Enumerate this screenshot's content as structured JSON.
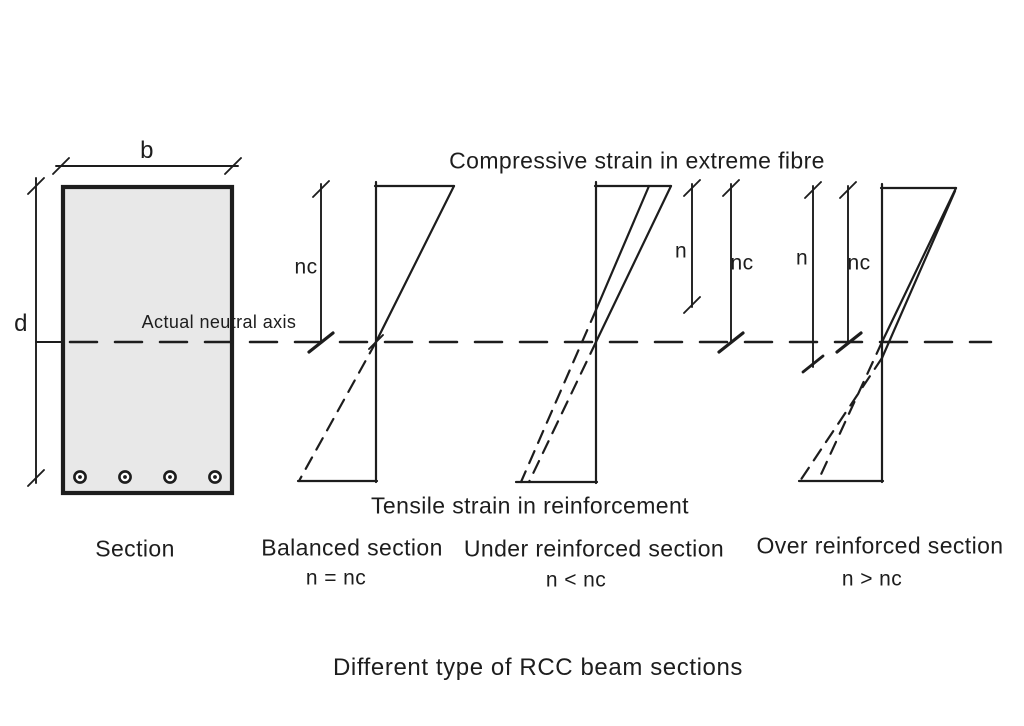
{
  "colors": {
    "background": "#ffffff",
    "ink": "#1d1d1d",
    "section_fill": "#e8e8e8"
  },
  "annotations": {
    "compressive_strain": "Compressive strain in extreme fibre",
    "tensile_strain": "Tensile strain in reinforcement",
    "neutral_axis": "Actual neutral axis",
    "title": "Different type of RCC beam sections"
  },
  "section": {
    "label": "Section",
    "width_dim_label": "b",
    "depth_dim_label": "d",
    "rebar_count": 4
  },
  "diagrams": [
    {
      "label": "Balanced section",
      "condition": "n = nc",
      "dims": {
        "nc": "nc"
      }
    },
    {
      "label": "Under reinforced section",
      "condition": "n < nc",
      "dims": {
        "n": "n",
        "nc": "nc"
      }
    },
    {
      "label": "Over reinforced section",
      "condition": "n >  nc",
      "dims": {
        "n": "n",
        "nc": "nc"
      }
    }
  ]
}
